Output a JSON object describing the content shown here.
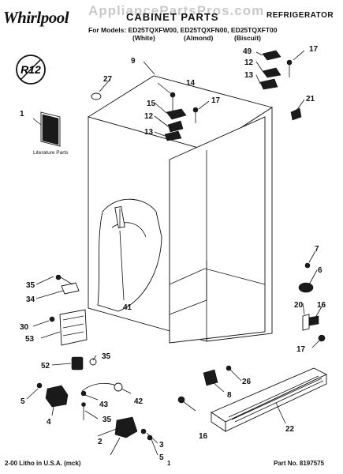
{
  "header": {
    "brand": "Whirlpool",
    "watermark": "AppliancePartsPros.com",
    "title": "CABINET PARTS",
    "section": "REFRIGERATOR",
    "models_line": "For Models: ED25TQXFW00, ED25TQXFN00, ED25TQXFT00",
    "colors": [
      "(White)",
      "(Almond)",
      "(Biscuit)"
    ],
    "badge": "R12"
  },
  "literature_label": "Literature Parts",
  "callouts": [
    "1",
    "2",
    "3",
    "4",
    "5",
    "5",
    "6",
    "7",
    "8",
    "9",
    "12",
    "12",
    "13",
    "13",
    "14",
    "15",
    "16",
    "16",
    "17",
    "17",
    "17",
    "20",
    "21",
    "22",
    "26",
    "27",
    "30",
    "34",
    "35",
    "35",
    "35",
    "41",
    "42",
    "43",
    "49",
    "52",
    "53"
  ],
  "footer": {
    "left": "2-00 Litho in U.S.A. (mck)",
    "page": "1",
    "part_no": "Part No. 8197575"
  }
}
